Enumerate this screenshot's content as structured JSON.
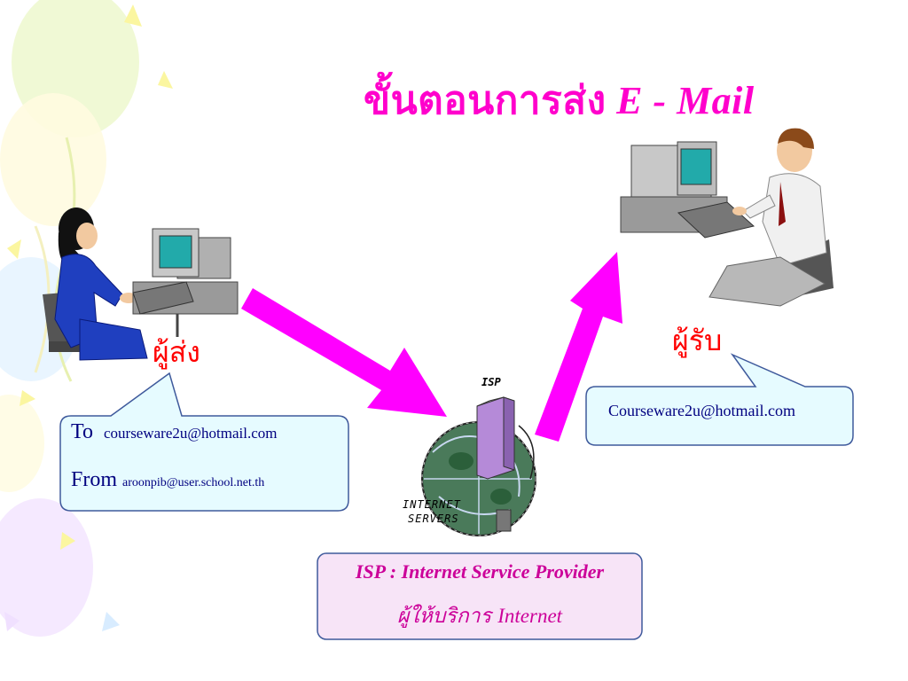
{
  "title": {
    "thai": "ขั้นตอนการส่ง",
    "english": "E - Mail"
  },
  "sender": {
    "label": "ผู้ส่ง",
    "to_label": "To",
    "to_address": "courseware2u@hotmail.com",
    "from_label": "From",
    "from_address": "aroonpib@user.school.net.th"
  },
  "receiver": {
    "label": "ผู้รับ",
    "address": "Courseware2u@hotmail.com"
  },
  "isp": {
    "icon_label": "ISP",
    "server_label_line1": "INTERNET",
    "server_label_line2": "SERVERS",
    "box_line1": "ISP : Internet Service Provider",
    "box_line2_thai": "ผู้ให้บริการ",
    "box_line2_english": "Internet"
  },
  "colors": {
    "title": "#ff00cc",
    "arrow": "#ff00ff",
    "role_label": "#ff0000",
    "bubble_fill": "#e6fbff",
    "bubble_text": "#000080",
    "isp_box_fill": "#f7e4f7"
  }
}
